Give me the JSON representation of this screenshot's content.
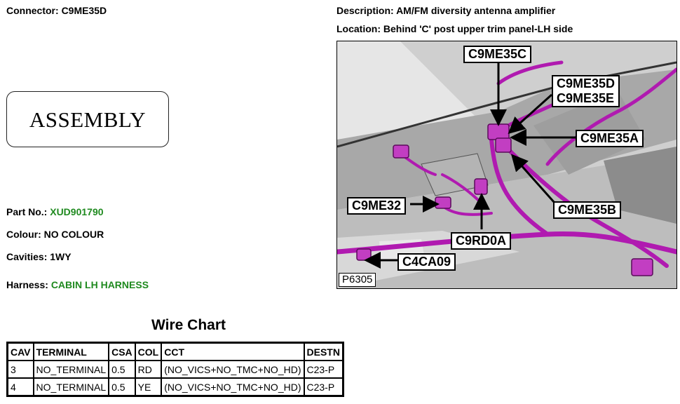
{
  "connector": {
    "label": "Connector:",
    "value": "C9ME35D"
  },
  "description": {
    "label": "Description:",
    "value": "AM/FM diversity antenna amplifier"
  },
  "location": {
    "label": "Location:",
    "value": "Behind 'C' post upper trim panel-LH side"
  },
  "assembly_text": "ASSEMBLY",
  "part_no": {
    "label": "Part No.:",
    "value": "XUD901790"
  },
  "colour": {
    "label": "Colour:",
    "value": "NO COLOUR"
  },
  "cavities": {
    "label": "Cavities:",
    "value": "1WY"
  },
  "harness": {
    "label": "Harness:",
    "value": "CABIN LH HARNESS"
  },
  "photo": {
    "id": "P6305",
    "callouts": {
      "c9me35c": "C9ME35C",
      "c9me35d": "C9ME35D",
      "c9me35e": "C9ME35E",
      "c9me35a": "C9ME35A",
      "c9me32": "C9ME32",
      "c9me35b": "C9ME35B",
      "c9rd0a": "C9RD0A",
      "c4ca09": "C4CA09"
    }
  },
  "wire_chart": {
    "title": "Wire Chart",
    "headers": [
      "CAV",
      "TERMINAL",
      "CSA",
      "COL",
      "CCT",
      "DESTN"
    ],
    "rows": [
      [
        "3",
        "NO_TERMINAL",
        "0.5",
        "RD",
        "(NO_VICS+NO_TMC+NO_HD)",
        "C23-P"
      ],
      [
        "4",
        "NO_TERMINAL",
        "0.5",
        "YE",
        "(NO_VICS+NO_TMC+NO_HD)",
        "C23-P"
      ]
    ]
  },
  "colors": {
    "harness_green": "#1f8a1f",
    "wire_magenta": "#b01ab0"
  }
}
